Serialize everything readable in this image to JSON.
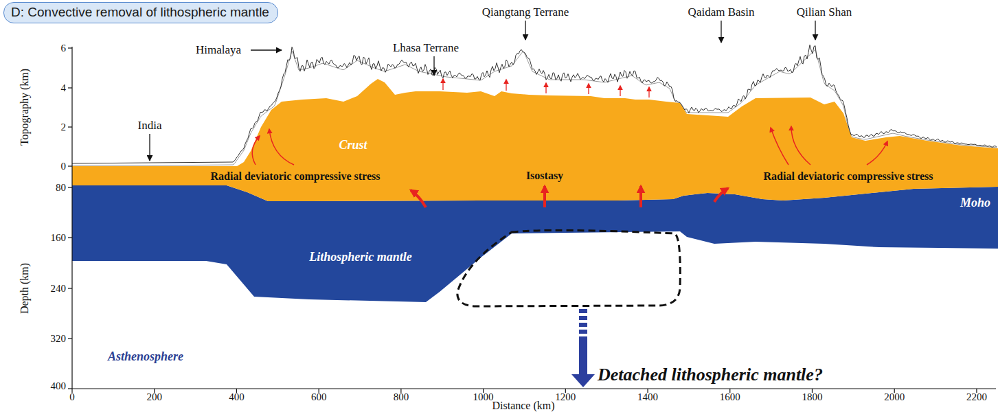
{
  "diagram": {
    "title": "D: Convective removal of lithospheric mantle",
    "labels": [
      "Himalaya",
      "Lhasa Terrane",
      "Qiangtang Terrane",
      "Qaidam Basin",
      "Qilian Shan",
      "India",
      "Crust",
      "Radial deviatoric compressive stress",
      "Isostasy",
      "Radial deviatoric compressive stress",
      "Moho",
      "Lithospheric mantle",
      "Asthenosphere",
      "Detached lithospheric mantle?",
      "Topography (km)",
      "Depth (km)",
      "Distance (km)",
      "6",
      "4",
      "2",
      "0",
      "80",
      "160",
      "240",
      "320",
      "400",
      "0",
      "200",
      "400",
      "600",
      "800",
      "1000",
      "1200",
      "1400",
      "1600",
      "1800",
      "2000",
      "2200"
    ]
  }
}
